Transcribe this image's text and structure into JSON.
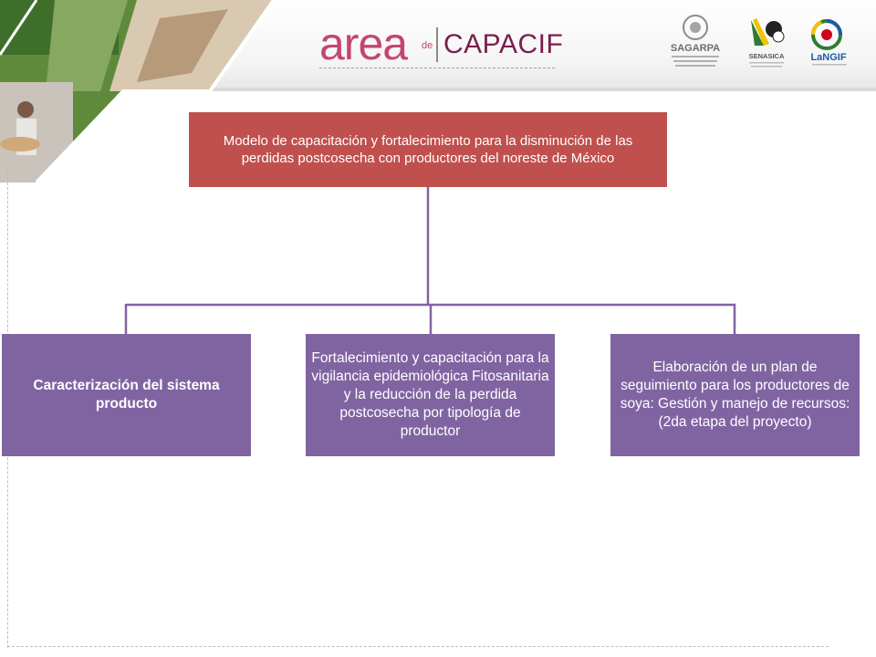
{
  "header": {
    "logo": {
      "word": "area",
      "de": "de",
      "brand": "CAPACIF"
    },
    "partners": [
      {
        "name": "SAGARPA",
        "icon": "sagarpa-seal-icon"
      },
      {
        "name": "SENASICA",
        "icon": "senasica-logo-icon"
      },
      {
        "name": "LaNGIF",
        "icon": "langif-logo-icon"
      }
    ]
  },
  "colors": {
    "root": "#c0504d",
    "child": "#8064a2",
    "connector": "#8064a2",
    "brand": "#c3466f"
  },
  "org_chart": {
    "root": "Modelo  de capacitación y fortalecimiento para la disminución de las perdidas postcosecha con productores del noreste de México",
    "children": [
      "Caracterización del sistema producto",
      "Fortalecimiento y capacitación para la vigilancia epidemiológica Fitosanitaria y la reducción de la perdida postcosecha por tipología de productor",
      "Elaboración de un plan de seguimiento para los productores de soya: Gestión y  manejo  de recursos: (2da etapa del proyecto)"
    ]
  }
}
